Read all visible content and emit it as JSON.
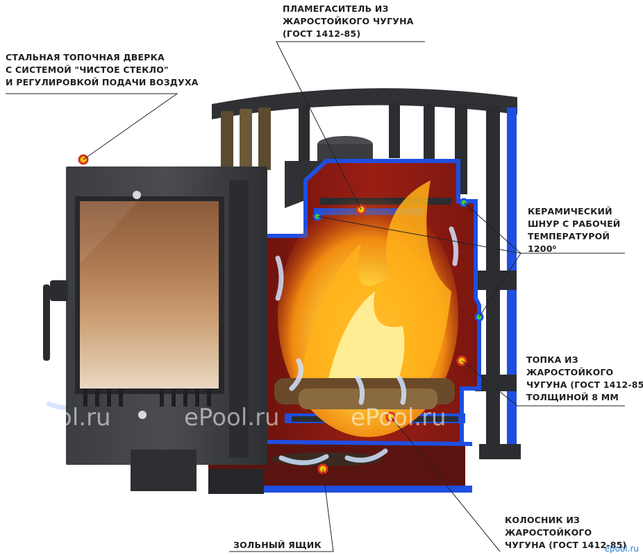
{
  "labels": {
    "flame_damper": [
      "ПЛАМЕГАСИТЕЛЬ ИЗ",
      "ЖАРОСТОЙКОГО ЧУГУНА",
      "(ГОСТ 1412-85)"
    ],
    "door": [
      "СТАЛЬНАЯ ТОПОЧНАЯ ДВЕРКА",
      "С СИСТЕМОЙ \"ЧИСТОЕ СТЕКЛО\"",
      "И РЕГУЛИРОВКОЙ ПОДАЧИ ВОЗДУХА"
    ],
    "cord": [
      "КЕРАМИЧЕСКИЙ",
      "ШНУР С РАБОЧЕЙ",
      "ТЕМПЕРАТУРОЙ",
      "1200⁰"
    ],
    "firebox": [
      "ТОПКА ИЗ",
      "ЖАРОСТОЙКОГО",
      "ЧУГУНА (ГОСТ 1412-85)",
      "ТОЛЩИНОЙ 8 ММ"
    ],
    "grate": [
      "КОЛОСНИК ИЗ",
      "ЖАРОСТОЙКОГО",
      "ЧУГУНА (ГОСТ 1412-85)"
    ],
    "ash_box": [
      "ЗОЛЬНЫЙ ЯЩИК"
    ]
  },
  "watermarks": [
    "ePool.ru",
    "ePool.ru",
    "ePool.ru",
    "ePool.ru"
  ],
  "corner_watermark": "epool.ru",
  "colors": {
    "cut_edge": "#1f4fe0",
    "firebox_wall": "#8e1a12",
    "stove_metal": "#3a3c40",
    "marker": "#f2c400",
    "marker_core": "#d8322b",
    "cord_marker": "#3fd14a"
  }
}
